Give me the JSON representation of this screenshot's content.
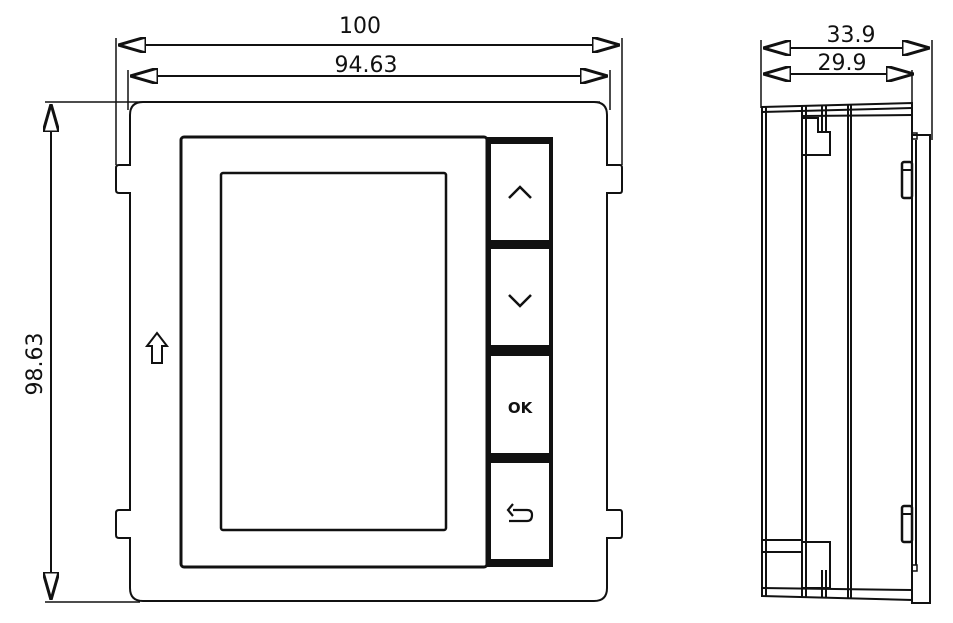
{
  "drawing": {
    "units": "mm",
    "front_view": {
      "width_overall": "100",
      "width_inner": "94.63",
      "height": "98.63",
      "orientation_marker": "up-arrow-icon",
      "buttons": [
        {
          "name": "up",
          "icon": "chevron-up-icon",
          "label": ""
        },
        {
          "name": "down",
          "icon": "chevron-down-icon",
          "label": ""
        },
        {
          "name": "ok",
          "icon": "",
          "label": "OK"
        },
        {
          "name": "back",
          "icon": "return-arrow-icon",
          "label": ""
        }
      ]
    },
    "side_view": {
      "depth_overall": "33.9",
      "depth_inner": "29.9"
    },
    "colors": {
      "line": "#111111",
      "background": "#ffffff"
    }
  }
}
